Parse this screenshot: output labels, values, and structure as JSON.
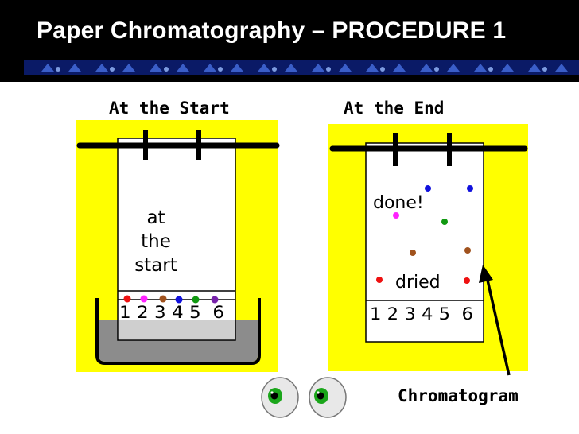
{
  "title": "Paper Chromatography – PROCEDURE 1",
  "panels": {
    "start": {
      "heading": "At the Start",
      "paper_text": [
        "at",
        "the",
        "start"
      ],
      "lane_numbers": "1 2 3 4 5  6"
    },
    "end": {
      "heading": "At the End",
      "done_text": "done!",
      "dried_text": "dried",
      "lane_numbers": "1 2 3 4 5  6"
    }
  },
  "chromatogram_label": "Chromatogram",
  "colors": {
    "title_background": "#000000",
    "panel_background": "#ffff00",
    "solvent": "#8c8c8c",
    "dot_red": "#ee1111",
    "dot_magenta": "#ff22ff",
    "dot_brown": "#a0521d",
    "dot_blue": "#1111dd",
    "dot_green": "#119911",
    "dot_purple": "#7722aa",
    "eye_iris": "#1aa61a"
  },
  "icons": [
    "eyes-icon",
    "arrow-icon"
  ]
}
